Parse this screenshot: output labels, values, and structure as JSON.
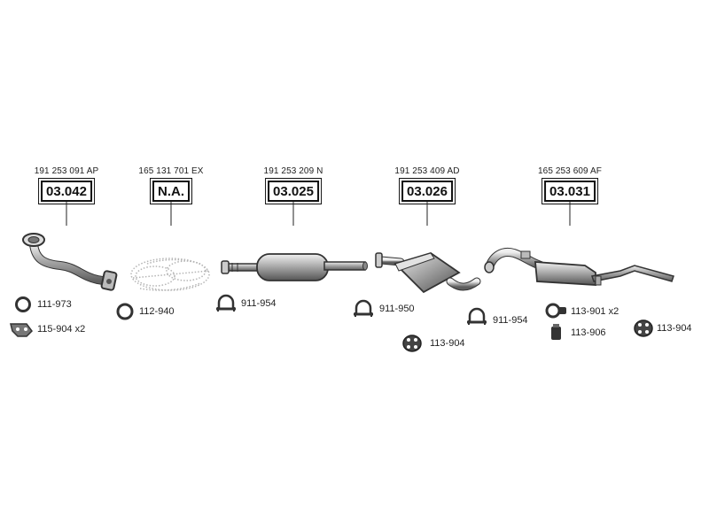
{
  "colors": {
    "ink": "#222222",
    "part": "#9a9a9a",
    "partDark": "#555555",
    "dotted": "#b5b5b5"
  },
  "assemblies": [
    {
      "id": "front-pipe",
      "ref": "191 253 091 AP",
      "code": "03.042"
    },
    {
      "id": "catalyst",
      "ref": "165 131 701 EX",
      "code": "N.A."
    },
    {
      "id": "middle-silencer",
      "ref": "191 253 209 N",
      "code": "03.025"
    },
    {
      "id": "center-silencer",
      "ref": "191 253 409 AD",
      "code": "03.026"
    },
    {
      "id": "rear-silencer",
      "ref": "165 253 609 AF",
      "code": "03.031"
    }
  ],
  "accessories": [
    {
      "id": "a1",
      "label": "111-973",
      "icon": "gasket-ring-icon"
    },
    {
      "id": "a2",
      "label": "115-904 x2",
      "icon": "clamp-bracket-icon"
    },
    {
      "id": "a3",
      "label": "112-940",
      "icon": "gasket-ring-icon"
    },
    {
      "id": "a4",
      "label": "911-954",
      "icon": "u-clamp-icon"
    },
    {
      "id": "a5",
      "label": "911-950",
      "icon": "u-clamp-icon"
    },
    {
      "id": "a6",
      "label": "113-904",
      "icon": "rubber-mount-icon"
    },
    {
      "id": "a7",
      "label": "911-954",
      "icon": "u-clamp-icon"
    },
    {
      "id": "a8",
      "label": "113-901 x2",
      "icon": "hanger-ring-icon"
    },
    {
      "id": "a9",
      "label": "113-906",
      "icon": "rubber-block-icon"
    },
    {
      "id": "a10",
      "label": "113-904",
      "icon": "rubber-mount-icon"
    }
  ]
}
